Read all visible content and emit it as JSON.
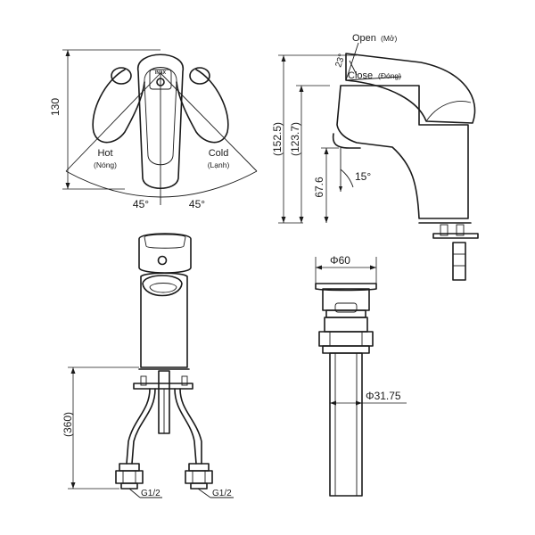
{
  "top_view": {
    "dim_height": "130",
    "hot_label": "Hot",
    "hot_label_vn": "(Nóng)",
    "cold_label": "Cold",
    "cold_label_vn": "(Lạnh)",
    "angle_left": "45°",
    "angle_right": "45°",
    "brand_logo": "INAX"
  },
  "side_view": {
    "open_label": "Open",
    "open_label_vn": "(Mở)",
    "close_label": "Close",
    "close_label_vn": "(Đóng)",
    "lever_angle": "23°",
    "spout_angle": "15°",
    "dim_total": "(152.5)",
    "dim_body": "(123.7)",
    "dim_spout": "67.6"
  },
  "front_view": {
    "dim_hose": "(360)",
    "thread_left": "G1/2",
    "thread_right": "G1/2"
  },
  "drain_view": {
    "dim_head_diameter": "Φ60",
    "dim_pipe_diameter": "Φ31.75"
  }
}
